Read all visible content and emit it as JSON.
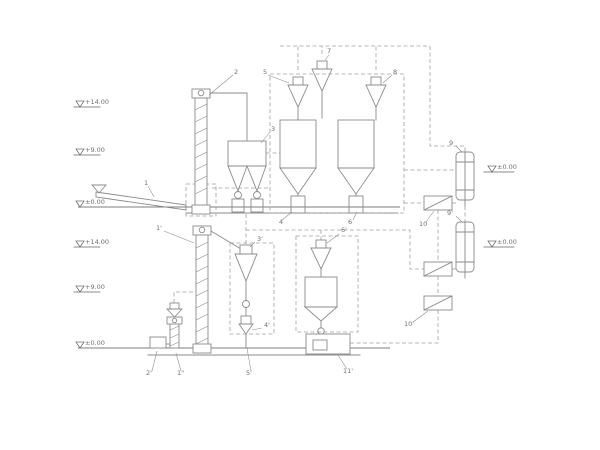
{
  "colors": {
    "line": "#8b8b8b",
    "dashed_duct": "#a0a0a0",
    "text": "#707070",
    "background": "#ffffff"
  },
  "elevations": {
    "upper_left": [
      "+14.00",
      "+9.00",
      "±0.00"
    ],
    "lower_left": [
      "+14.00",
      "+9.00",
      "±0.00"
    ],
    "right": [
      "±0.00",
      "±0.00"
    ]
  },
  "tags": {
    "conveyor": "1",
    "elevator_a": "2",
    "hopper": "3",
    "bin_a": "4",
    "cyclone_a": "5",
    "bin_b": "6",
    "cyclone_b": "7",
    "cyclone_c": "8",
    "vessel_a": "9",
    "vessel_b": "9'",
    "fan_a": "10",
    "fan_b": "10'",
    "elevator_b": "1'",
    "feeder_box": "2'",
    "tower": "1''",
    "cyclone_d": "3'",
    "valve_d": "4'",
    "discharge_d": "5'",
    "cyclone_e": "6'",
    "packer": "11'"
  }
}
